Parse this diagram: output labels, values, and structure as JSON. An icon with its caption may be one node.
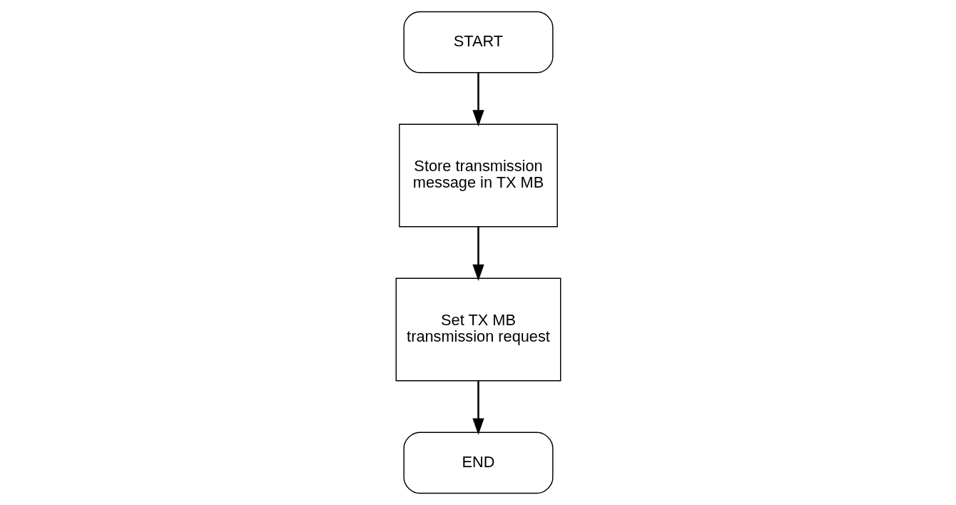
{
  "diagram": {
    "nodes": [
      {
        "text": [
          "START"
        ]
      },
      {
        "text": [
          "Store transmission message in TX MB"
        ]
      },
      {
        "text": [
          "Set TX MB transmission request"
        ]
      },
      {
        "text": [
          "END"
        ]
      }
    ],
    "edges": [
      {
        "from": 0,
        "to": 1,
        "arrow": "to"
      },
      {
        "from": 1,
        "to": 2,
        "arrow": "to"
      },
      {
        "from": 2,
        "to": 3,
        "arrow": "to"
      }
    ]
  }
}
